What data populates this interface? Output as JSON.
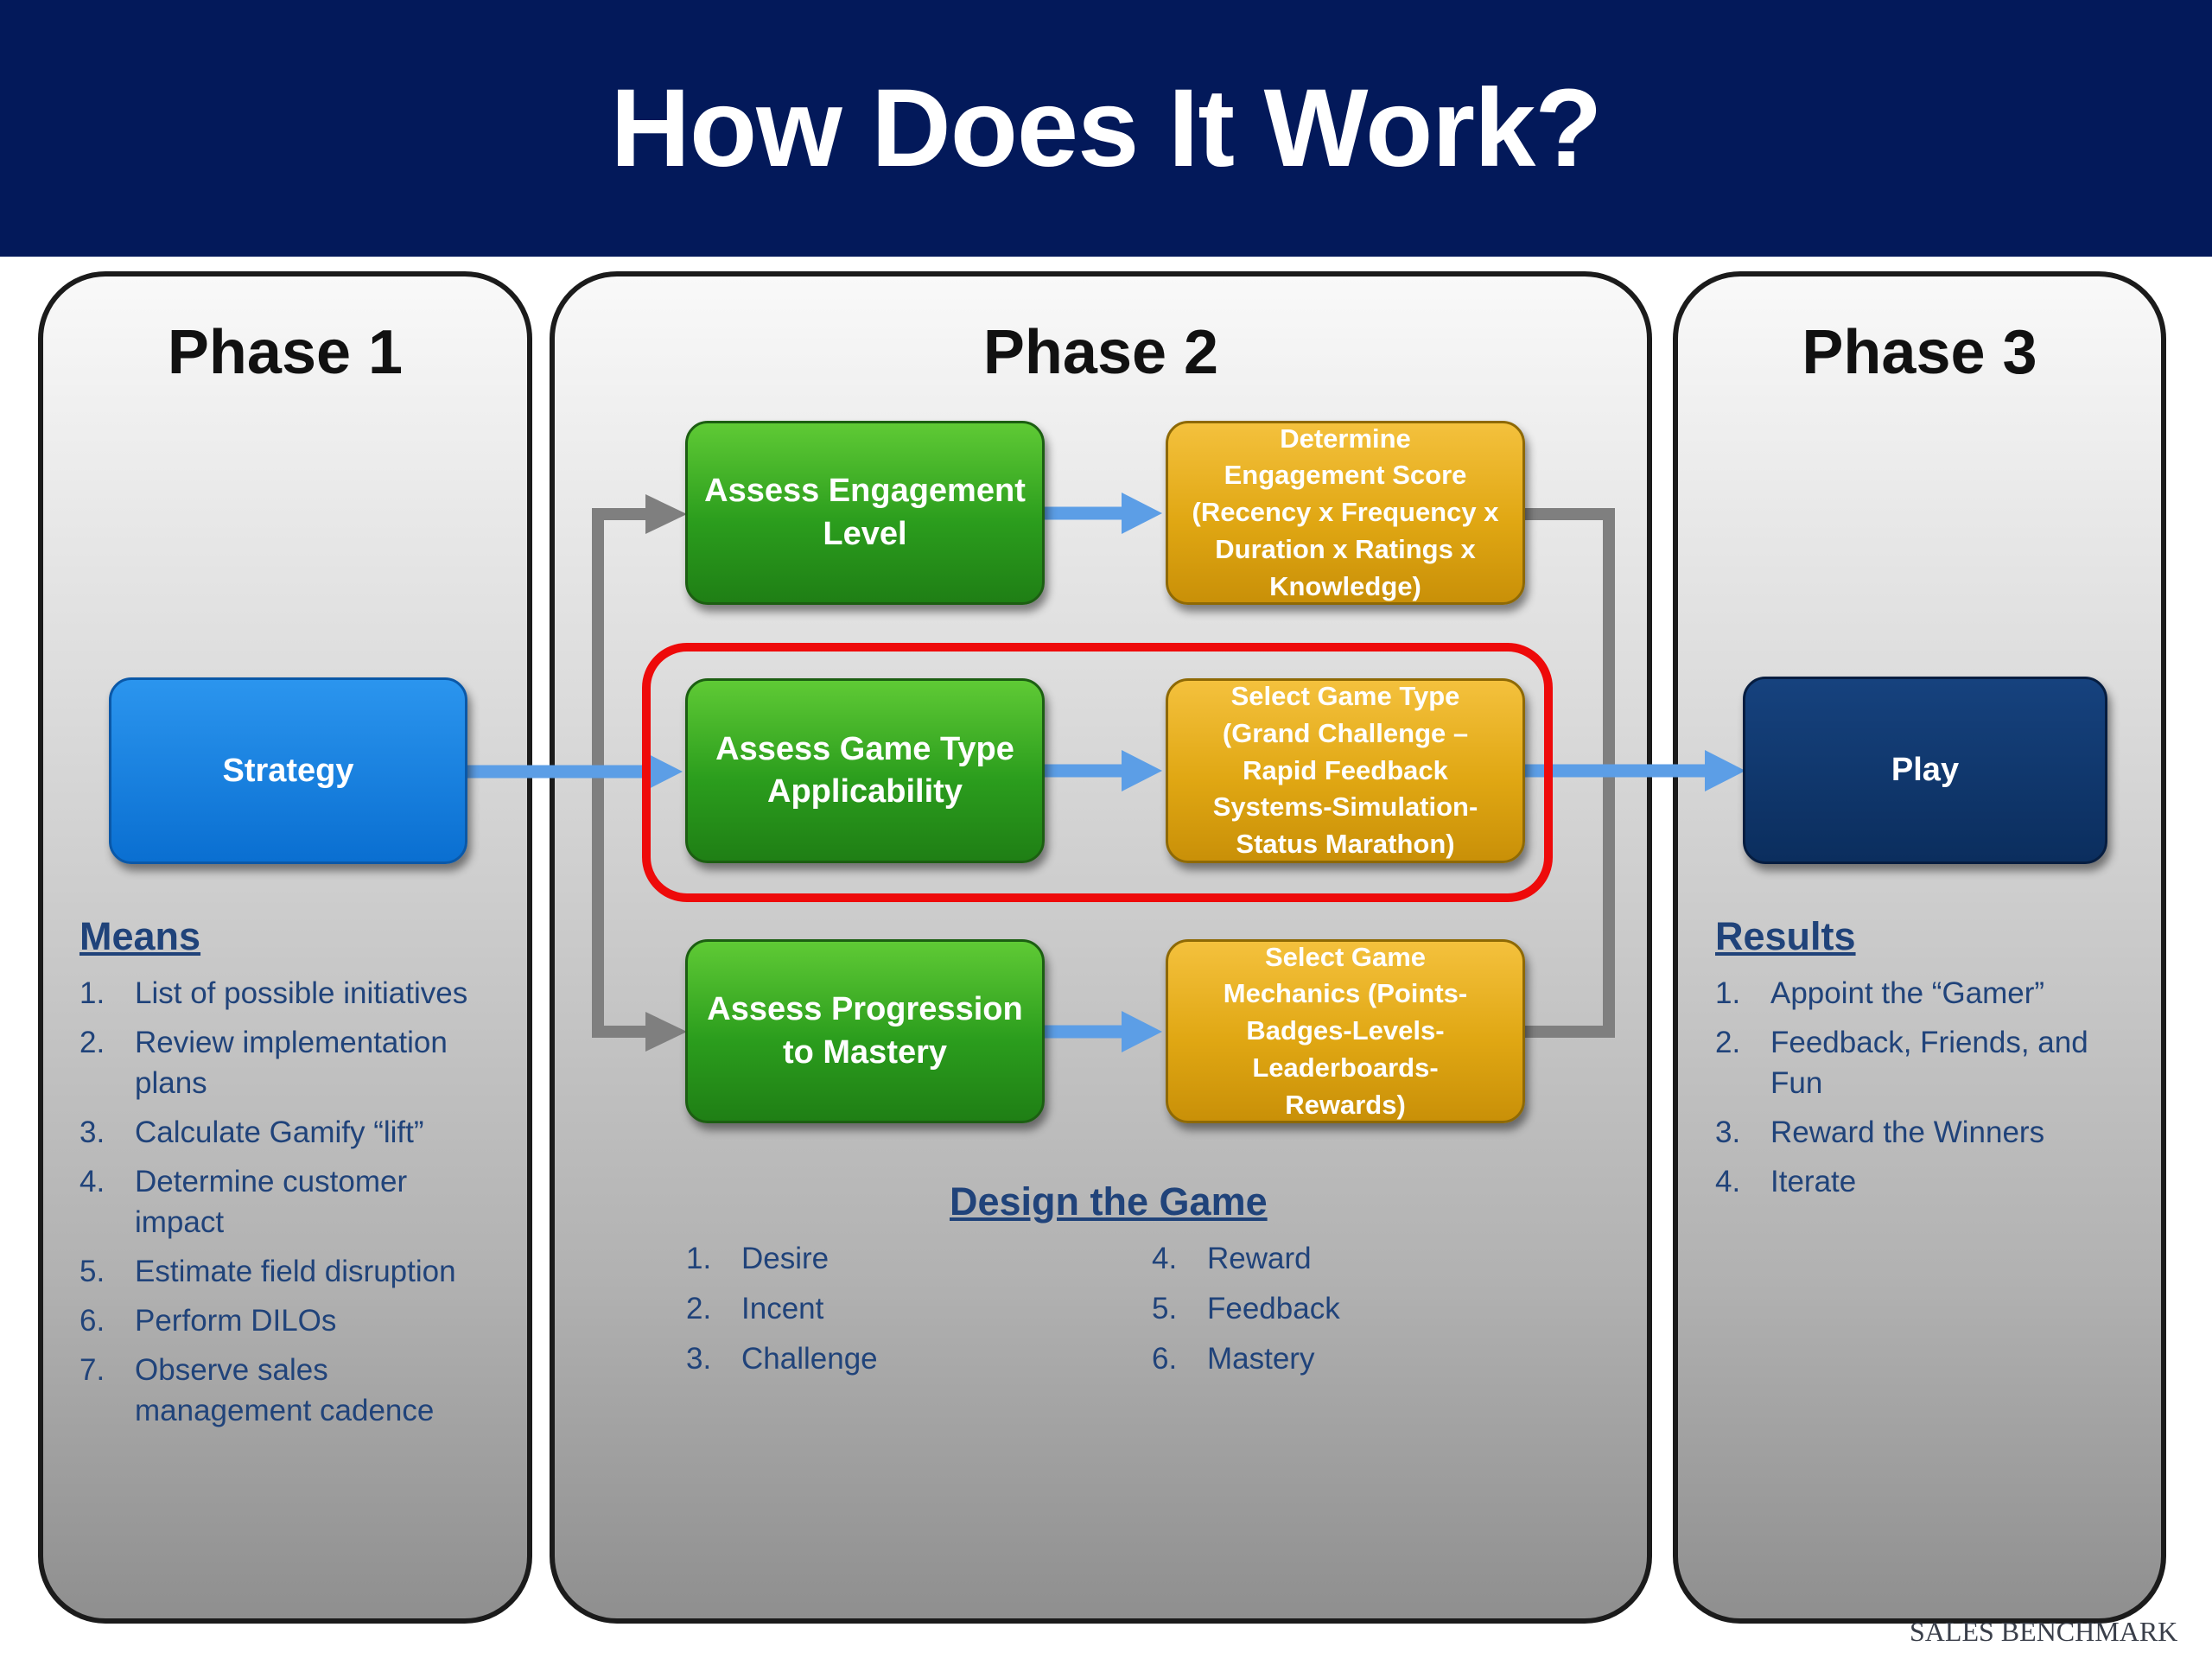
{
  "title": "How Does It Work?",
  "phase1": {
    "title": "Phase 1",
    "box": "Strategy",
    "heading": "Means",
    "items": [
      {
        "num": "1.",
        "text": "List of possible initiatives"
      },
      {
        "num": "2.",
        "text": "Review implementation plans"
      },
      {
        "num": "3.",
        "text": "Calculate Gamify “lift”"
      },
      {
        "num": "4.",
        "text": "Determine customer impact"
      },
      {
        "num": "5.",
        "text": "Estimate field disruption"
      },
      {
        "num": "6.",
        "text": "Perform DILOs"
      },
      {
        "num": "7.",
        "text": "Observe sales management cadence"
      }
    ]
  },
  "phase2": {
    "title": "Phase 2",
    "rows": [
      {
        "assess": [
          "Assess Engagement",
          "Level"
        ],
        "result": [
          "Determine",
          "Engagement Score",
          "(Recency x Frequency x",
          "Duration x Ratings x",
          "Knowledge)"
        ]
      },
      {
        "assess": [
          "Assess Game Type",
          "Applicability"
        ],
        "result": [
          "Select Game Type",
          "(Grand Challenge –",
          "Rapid Feedback",
          "Systems-Simulation-",
          "Status Marathon)"
        ]
      },
      {
        "assess": [
          "Assess Progression",
          "to Mastery"
        ],
        "result": [
          "Select Game",
          "Mechanics (Points-",
          "Badges-Levels-",
          "Leaderboards-",
          "Rewards)"
        ]
      }
    ],
    "heading": "Design the Game",
    "items_left": [
      {
        "num": "1.",
        "text": "Desire"
      },
      {
        "num": "2.",
        "text": "Incent"
      },
      {
        "num": "3.",
        "text": "Challenge"
      }
    ],
    "items_right": [
      {
        "num": "4.",
        "text": "Reward"
      },
      {
        "num": "5.",
        "text": "Feedback"
      },
      {
        "num": "6.",
        "text": "Mastery"
      }
    ]
  },
  "phase3": {
    "title": "Phase 3",
    "box": "Play",
    "heading": "Results",
    "items": [
      {
        "num": "1.",
        "text": "Appoint the “Gamer”"
      },
      {
        "num": "2.",
        "text": "Feedback, Friends, and Fun"
      },
      {
        "num": "3.",
        "text": "Reward the Winners"
      },
      {
        "num": "4.",
        "text": "Iterate"
      }
    ]
  },
  "footer": "SALES BENCHMARK INDEX",
  "colors": {
    "header": "#03195a",
    "strategy": "#0a6fd1",
    "play": "#0b2e5e",
    "assess": "#2b9d1d",
    "result": "#e0a713",
    "highlight": "#ee0a0a",
    "flow_arrow": "#5c9ee6",
    "branch_arrow": "#7f7f7f",
    "list_text": "#20437a"
  }
}
